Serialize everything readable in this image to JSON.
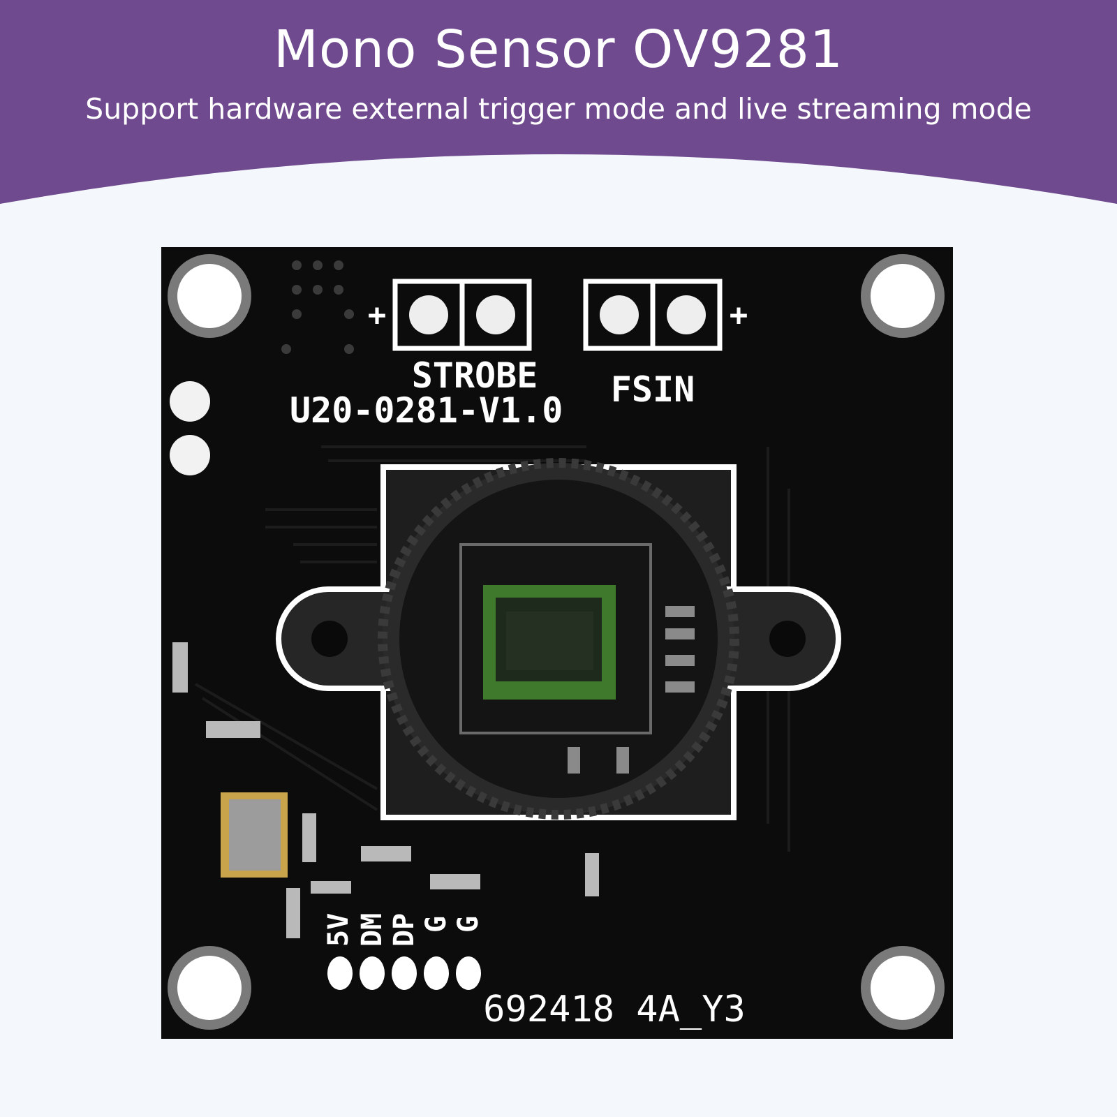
{
  "banner": {
    "title": "Mono Sensor OV9281",
    "subtitle": "Support hardware external trigger mode and live streaming mode",
    "color": "#6f4a8e"
  },
  "board": {
    "pcb_color": "#0c0c0c",
    "silkscreen": {
      "strobe": "STROBE",
      "fsin": "FSIN",
      "model": "U20-0281-V1.0",
      "plus_left": "+",
      "plus_right": "+",
      "pin_5v": "5V",
      "pin_dm": "DM",
      "pin_dp": "DP",
      "pin_g1": "G",
      "pin_g2": "G",
      "serial": "692418 4A_Y3"
    }
  }
}
